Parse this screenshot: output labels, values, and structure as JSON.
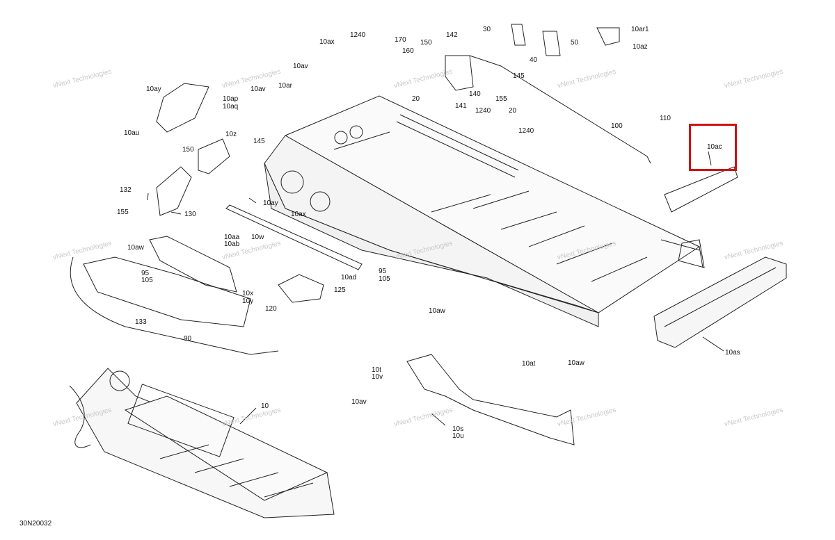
{
  "diagram_code": "30N20032",
  "highlight_color": "#d11111",
  "highlighted_label": "10ac",
  "watermark": {
    "line1": "vNext",
    "line2": "Technologies"
  },
  "labels": {
    "l_10ax": "10ax",
    "l_1240a": "1240",
    "l_170": "170",
    "l_160": "160",
    "l_150a": "150",
    "l_142": "142",
    "l_30": "30",
    "l_50": "50",
    "l_40": "40",
    "l_10ar1": "10ar1",
    "l_10az": "10az",
    "l_10av_a": "10av",
    "l_10av_b": "10av",
    "l_10ar": "10ar",
    "l_10ay_a": "10ay",
    "l_10ap": "10ap",
    "l_10aq": "10aq",
    "l_145a": "145",
    "l_140": "140",
    "l_155a": "155",
    "l_20a": "20",
    "l_141": "141",
    "l_1240b": "1240",
    "l_20b": "20",
    "l_1240c": "1240",
    "l_110": "110",
    "l_100": "100",
    "l_10ac": "10ac",
    "l_10au": "10au",
    "l_10z": "10z",
    "l_150b": "150",
    "l_145b": "145",
    "l_132": "132",
    "l_155b": "155",
    "l_130": "130",
    "l_10ay_b": "10ay",
    "l_10ax_b": "10ax",
    "l_10aa": "10aa",
    "l_10ab": "10ab",
    "l_10w": "10w",
    "l_10aw_a": "10aw",
    "l_95a": "95",
    "l_105a": "105",
    "l_95b": "95",
    "l_105b": "105",
    "l_10ad": "10ad",
    "l_125": "125",
    "l_120": "120",
    "l_10x": "10x",
    "l_10y": "10y",
    "l_133": "133",
    "l_90": "90",
    "l_10aw_b": "10aw",
    "l_10at": "10at",
    "l_10aw_c": "10aw",
    "l_10as": "10as",
    "l_10t": "10t",
    "l_10v": "10v",
    "l_10av_c": "10av",
    "l_10s": "10s",
    "l_10u": "10u",
    "l_10": "10"
  }
}
